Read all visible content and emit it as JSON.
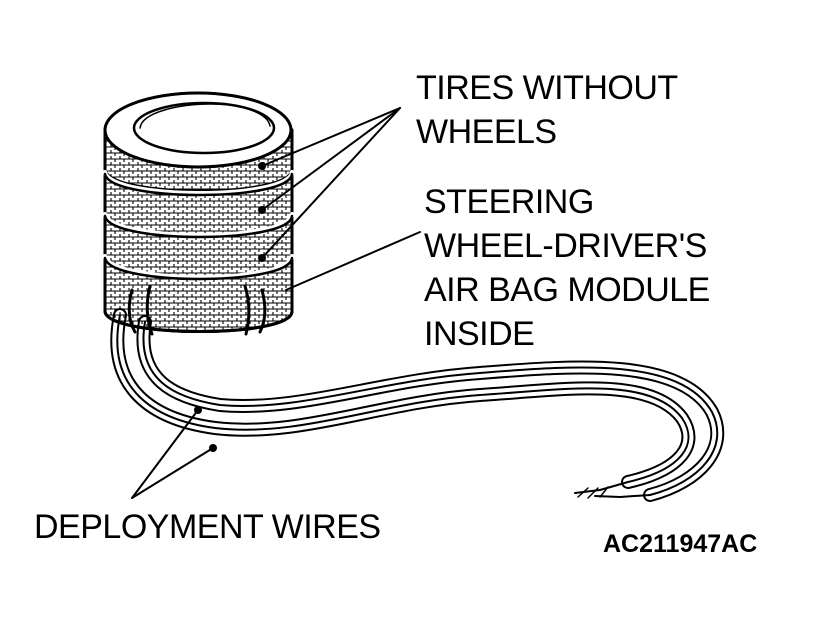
{
  "labels": {
    "tires": [
      "TIRES WITHOUT",
      "WHEELS"
    ],
    "module": [
      "STEERING",
      "WHEEL-DRIVER'S",
      "AIR BAG MODULE",
      "INSIDE"
    ],
    "wires": "DEPLOYMENT WIRES"
  },
  "figure_code": "AC211947AC",
  "colors": {
    "ink": "#000000",
    "background": "#ffffff"
  }
}
